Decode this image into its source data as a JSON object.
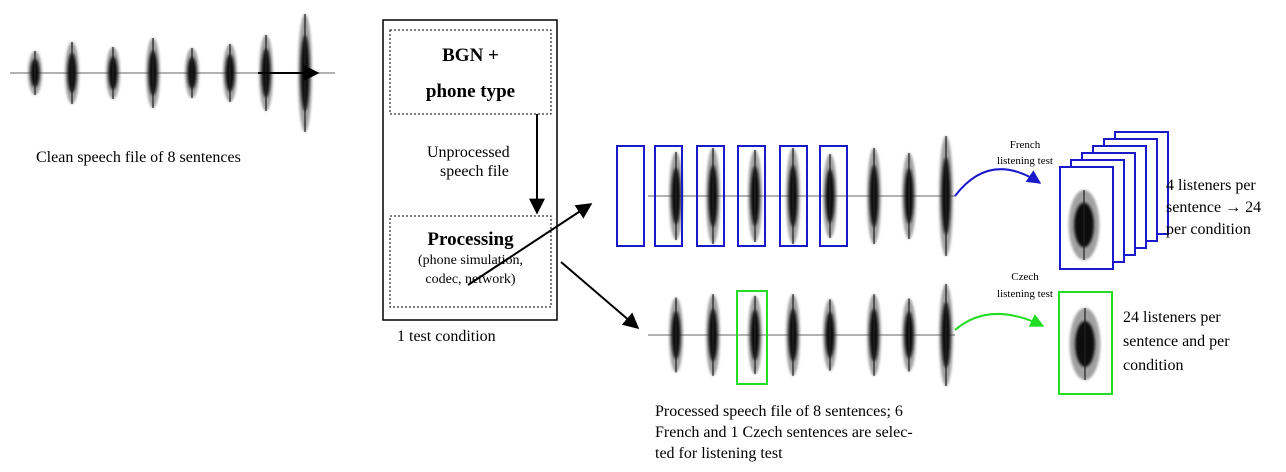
{
  "clean": {
    "caption": "Clean speech file of 8 sentences"
  },
  "condition_box": {
    "top_line1": "BGN +",
    "top_line2": "phone type",
    "mid_line1": "Unprocessed",
    "mid_line2": "speech file",
    "bottom_title": "Processing",
    "bottom_line1": "(phone simulation,",
    "bottom_line2": "codec, network)",
    "caption": "1 test condition"
  },
  "french": {
    "test_line1": "French",
    "test_line2": "listening test",
    "result_line1": "4 listeners per",
    "result_line2": "sentence → 24",
    "result_line3": "per condition",
    "color": "#1a1acc"
  },
  "czech": {
    "test_line1": "Czech",
    "test_line2": "listening test",
    "result_line1": "24 listeners per",
    "result_line2": "sentence and per",
    "result_line3": "condition",
    "color": "#22dd22"
  },
  "processed": {
    "caption_line1": "Processed speech file of 8 sentences; 6",
    "caption_line2": "French and 1 Czech sentences are selec-",
    "caption_line3": "ted for listening test"
  }
}
